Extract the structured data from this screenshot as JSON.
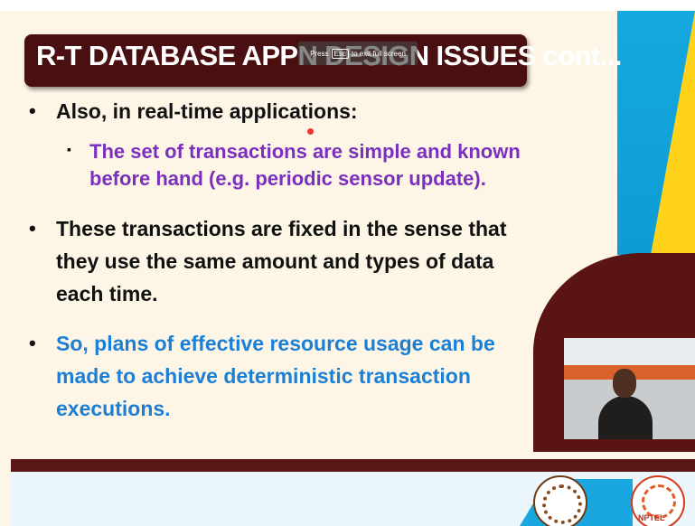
{
  "slide": {
    "title": "R-T DATABASE APPN DESIGN ISSUES cont...",
    "bullet_1": "Also, in real-time applications:",
    "sub_bullet_lines": [
      "The set of transactions are simple and known",
      "before hand (e.g. periodic sensor update)."
    ],
    "bullet_2_lines": [
      "These transactions are fixed in the sense that",
      "they use the same amount and types of data",
      "each time."
    ],
    "bullet_3_lines": [
      "So, plans of effective resource usage can be",
      "made to achieve deterministic transaction",
      "executions."
    ]
  },
  "overlay": {
    "press": "Press",
    "esc": "Esc",
    "rest": "to exit full screen"
  },
  "logos": {
    "nptel": "NPTEL"
  },
  "colors": {
    "title_bg": "#4a0f10",
    "sub_bullet_text": "#7b2fbe",
    "conclusion_text": "#1c7fd6",
    "panel_blue": "#14a9e0",
    "panel_yellow": "#ffd31a",
    "footer_bar": "#5b1616"
  }
}
